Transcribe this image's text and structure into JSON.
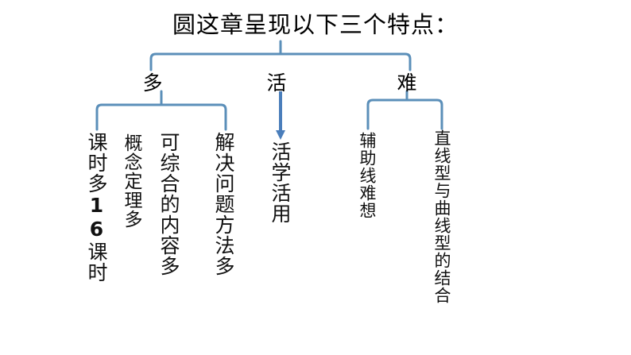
{
  "page": {
    "background_color": "#ffffff",
    "text_color": "#111111",
    "accent_color": "#5b8fb9",
    "arrow_color": "#4a7ebb"
  },
  "title": {
    "text": "圆这章呈现以下三个特点："
  },
  "tree": {
    "root_label": "圆这章呈现以下三个特点：",
    "branches": [
      {
        "label": "多",
        "children": [
          {
            "label": "课时多16课时",
            "bold_part": "16"
          },
          {
            "label": "概念定理多"
          },
          {
            "label": "可综合的内容多"
          },
          {
            "label": "解决问题方法多"
          }
        ]
      },
      {
        "label": "活",
        "connector": "arrow-down-icon",
        "children": [
          {
            "label": "活学活用"
          }
        ]
      },
      {
        "label": "难",
        "children": [
          {
            "label": "辅助线难想"
          },
          {
            "label": "直线型与曲线型的结合"
          }
        ]
      }
    ]
  },
  "leaves": {
    "l1_a": "课时多",
    "l1_b": "16",
    "l1_c": "课时",
    "l2": "概念定理多",
    "l3": "可综合的内容多",
    "l4": "解决问题方法多",
    "l5": "活学活用",
    "l6": "辅助线难想",
    "l7": "直线型与曲线型的结合"
  },
  "nodes": {
    "n1": "多",
    "n2": "活",
    "n3": "难"
  }
}
